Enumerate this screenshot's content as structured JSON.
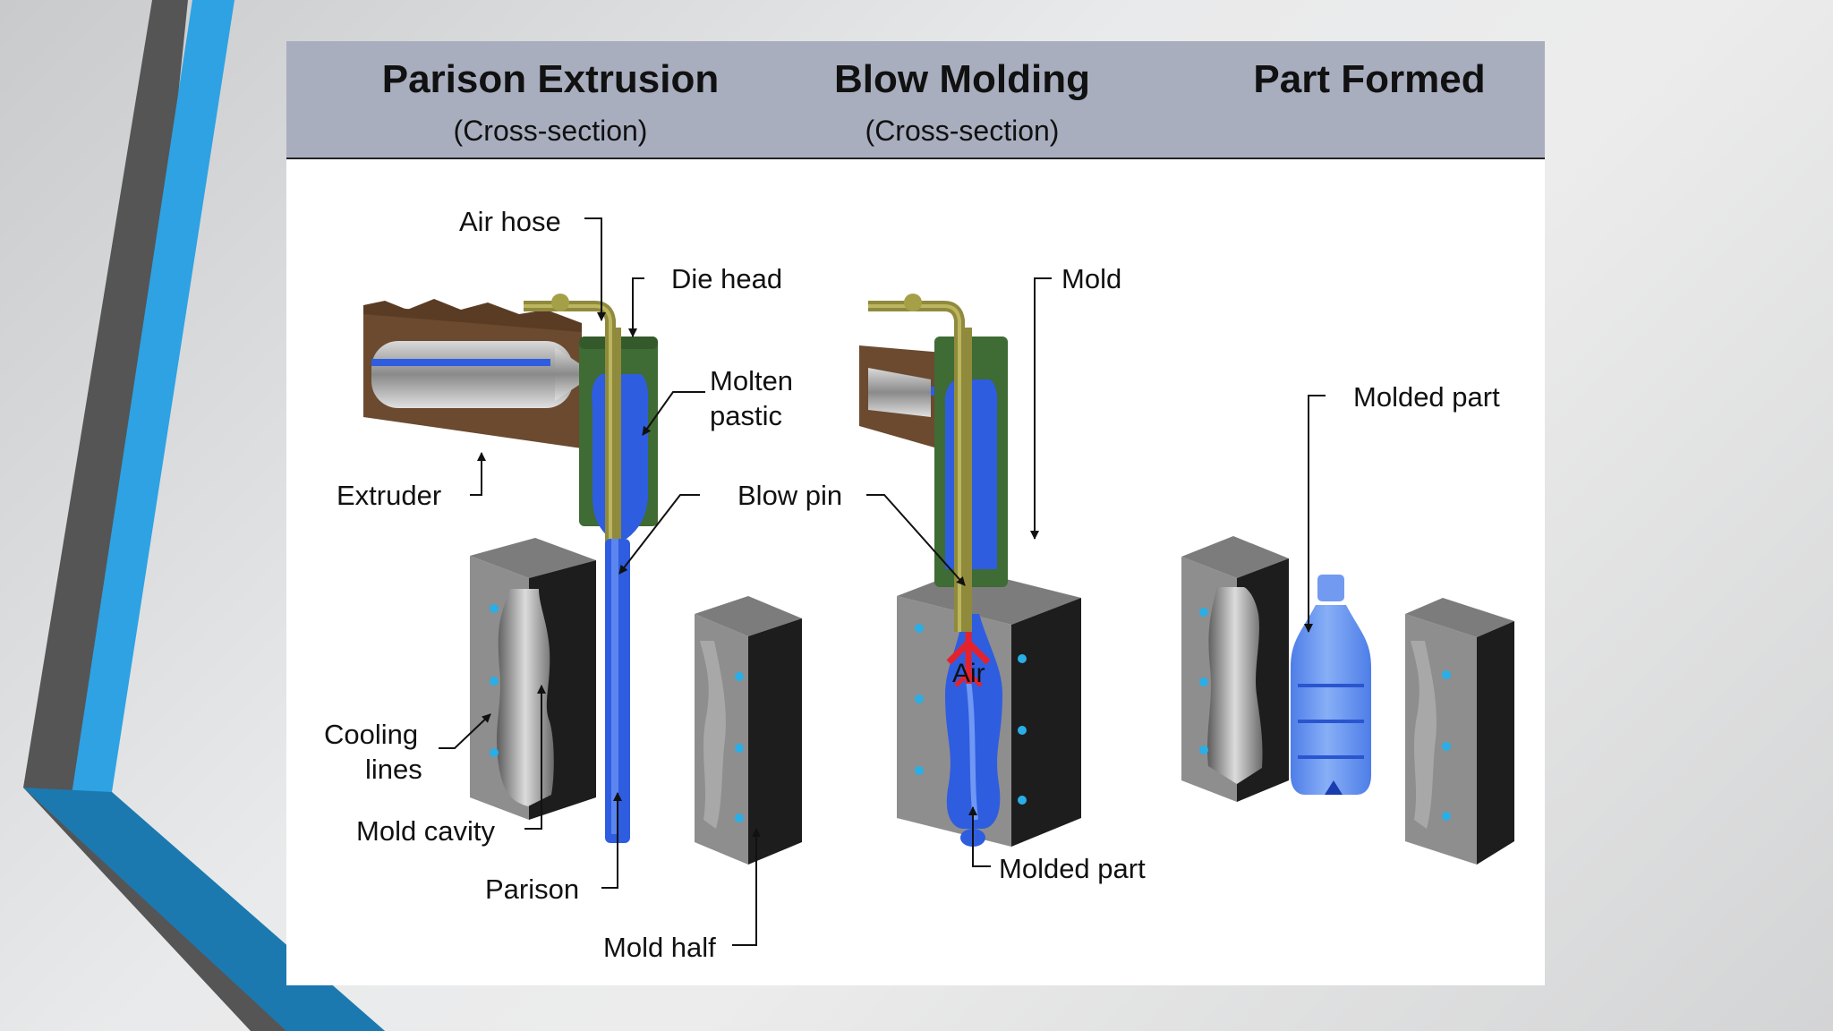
{
  "header": {
    "columns": [
      {
        "title": "Parison Extrusion",
        "subtitle": "(Cross-section)"
      },
      {
        "title": "Blow Molding",
        "subtitle": "(Cross-section)"
      },
      {
        "title": "Part Formed",
        "subtitle": ""
      }
    ]
  },
  "labels": {
    "air_hose": "Air hose",
    "die_head": "Die head",
    "molten_1": "Molten",
    "molten_2": "pastic",
    "extruder": "Extruder",
    "blow_pin": "Blow pin",
    "cooling_1": "Cooling",
    "cooling_2": "lines",
    "mold_cavity": "Mold cavity",
    "parison": "Parison",
    "mold_half": "Mold half",
    "mold": "Mold",
    "air": "Air",
    "molded_part_center": "Molded part",
    "molded_part_right": "Molded part"
  },
  "colors": {
    "accent_blue": "#2b9be0",
    "accent_dark": "#4a4a4a",
    "header_bg": "#a9aebf",
    "plastic_blue": "#2f5de0",
    "die_green": "#3f6b34",
    "pipe_olive": "#8f8a3c",
    "arrow_red": "#e5222c",
    "mold_gray": "#8e8e8e"
  }
}
